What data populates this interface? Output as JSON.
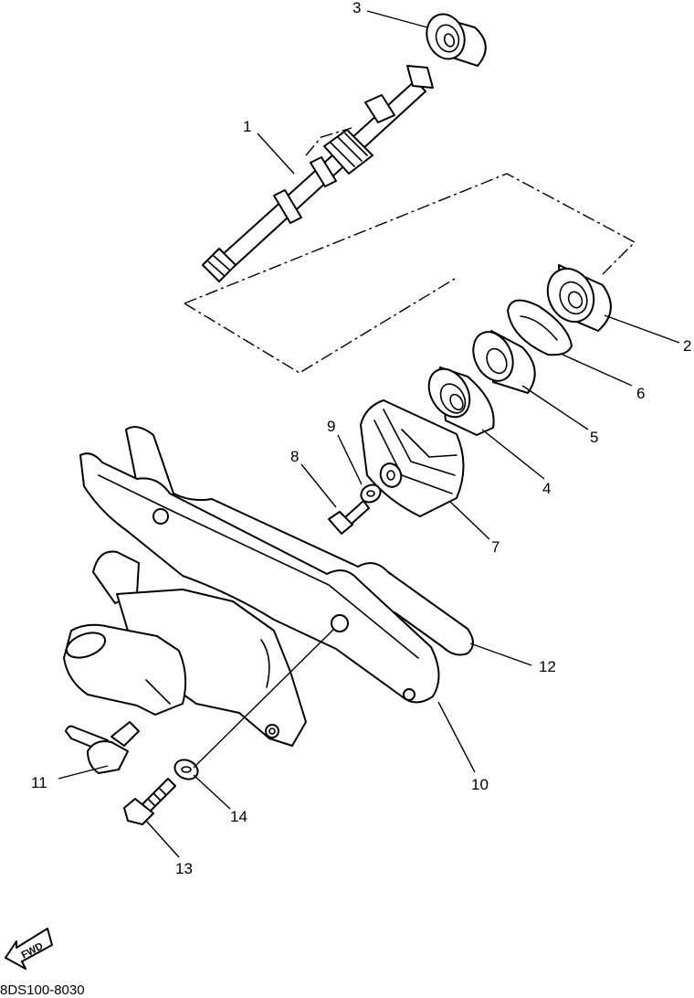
{
  "callouts": {
    "c1": "1",
    "c2": "2",
    "c3": "3",
    "c4": "4",
    "c5": "5",
    "c6": "6",
    "c7": "7",
    "c8": "8",
    "c9": "9",
    "c10": "10",
    "c11": "11",
    "c12": "12",
    "c13": "13",
    "c14": "14"
  },
  "fwd_label": "FWD",
  "diagram_code": "8DS100-8030"
}
